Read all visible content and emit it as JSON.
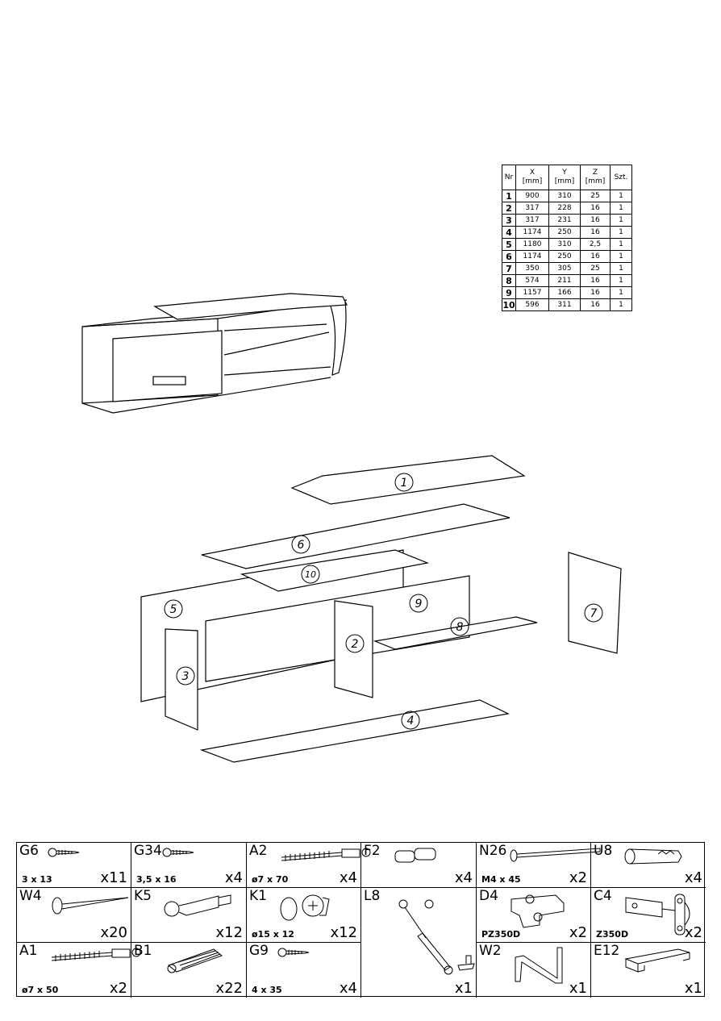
{
  "dimensions_table": {
    "headers": {
      "nr": "Nr",
      "x": "X",
      "y": "Y",
      "z": "Z",
      "unit": "[mm]",
      "qty": "Szt."
    },
    "rows": [
      {
        "nr": "1",
        "x": "900",
        "y": "310",
        "z": "25",
        "qty": "1"
      },
      {
        "nr": "2",
        "x": "317",
        "y": "228",
        "z": "16",
        "qty": "1"
      },
      {
        "nr": "3",
        "x": "317",
        "y": "231",
        "z": "16",
        "qty": "1"
      },
      {
        "nr": "4",
        "x": "1174",
        "y": "250",
        "z": "16",
        "qty": "1"
      },
      {
        "nr": "5",
        "x": "1180",
        "y": "310",
        "z": "2,5",
        "qty": "1"
      },
      {
        "nr": "6",
        "x": "1174",
        "y": "250",
        "z": "16",
        "qty": "1"
      },
      {
        "nr": "7",
        "x": "350",
        "y": "305",
        "z": "25",
        "qty": "1"
      },
      {
        "nr": "8",
        "x": "574",
        "y": "211",
        "z": "16",
        "qty": "1"
      },
      {
        "nr": "9",
        "x": "1157",
        "y": "166",
        "z": "16",
        "qty": "1"
      },
      {
        "nr": "10",
        "x": "596",
        "y": "311",
        "z": "16",
        "qty": "1"
      }
    ]
  },
  "part_labels": [
    "1",
    "2",
    "3",
    "4",
    "5",
    "6",
    "7",
    "8",
    "9",
    "10"
  ],
  "hardware": [
    {
      "code": "G6",
      "spec": "3 x 13",
      "qty": "x11",
      "icon": "screw-icon"
    },
    {
      "code": "G34",
      "spec": "3,5 x 16",
      "qty": "x4",
      "icon": "screw-icon"
    },
    {
      "code": "A2",
      "spec": "ø7 x 70",
      "qty": "x4",
      "icon": "confirmat-screw-icon"
    },
    {
      "code": "F2",
      "spec": "",
      "qty": "x4",
      "icon": "shelf-pin-icon"
    },
    {
      "code": "N26",
      "spec": "M4 x 45",
      "qty": "x2",
      "icon": "bolt-icon"
    },
    {
      "code": "U8",
      "spec": "",
      "qty": "x4",
      "icon": "wall-plug-icon"
    },
    {
      "code": "W4",
      "spec": "",
      "qty": "x20",
      "icon": "nail-icon"
    },
    {
      "code": "K5",
      "spec": "",
      "qty": "x12",
      "icon": "cam-bolt-icon"
    },
    {
      "code": "K1",
      "spec": "ø15 x 12",
      "qty": "x12",
      "icon": "cam-lock-icon"
    },
    {
      "code": "L8",
      "spec": "",
      "qty": "x1",
      "icon": "gas-strut-icon"
    },
    {
      "code": "D4",
      "spec": "PZ350D",
      "qty": "x2",
      "icon": "hinge-plate-icon"
    },
    {
      "code": "C4",
      "spec": "Z350D",
      "qty": "x2",
      "icon": "hinge-icon"
    },
    {
      "code": "A1",
      "spec": "ø7 x 50",
      "qty": "x2",
      "icon": "confirmat-screw-icon"
    },
    {
      "code": "B1",
      "spec": "",
      "qty": "x22",
      "icon": "dowel-icon"
    },
    {
      "code": "G9",
      "spec": "4 x 35",
      "qty": "x4",
      "icon": "screw-icon"
    },
    {
      "code": "W2",
      "spec": "",
      "qty": "x1",
      "icon": "allen-key-icon"
    },
    {
      "code": "E12",
      "spec": "",
      "qty": "x1",
      "icon": "handle-icon"
    }
  ]
}
